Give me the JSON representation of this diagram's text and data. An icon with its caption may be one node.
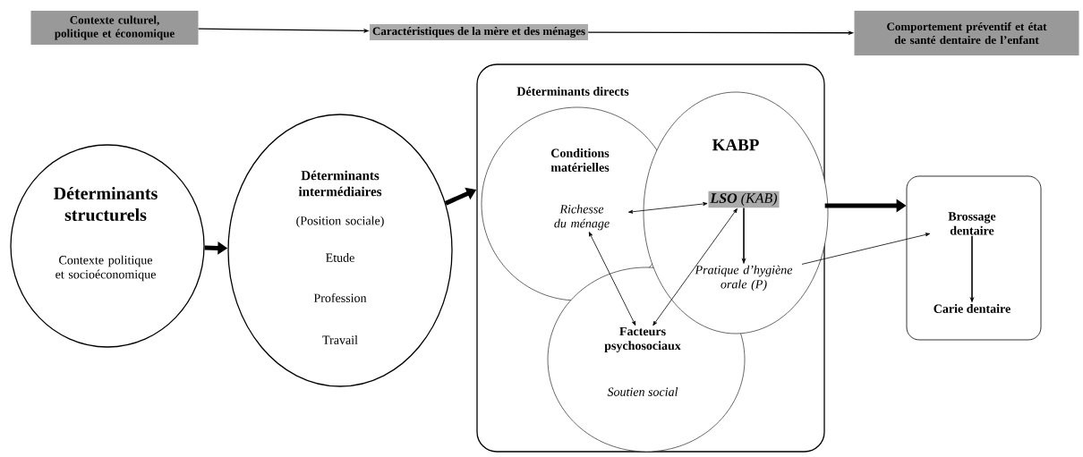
{
  "diagram": {
    "nodes": [
      {
        "text": [
          "Contexte culturel, politique et économique"
        ]
      },
      {
        "text": [
          "Caractéristiques de la mère et des ménages"
        ]
      },
      {
        "text": [
          "Comportement préventif et état de santé dentaire de l’enfant"
        ]
      },
      {
        "text": [
          "Déterminants structurels",
          "Contexte politique et socioéconomique"
        ]
      },
      {
        "text": [
          "Déterminants intermédiaires",
          "(Position sociale)",
          "Etude",
          "Profession",
          "Travail"
        ]
      },
      {
        "text": [
          "Déterminants directs"
        ]
      },
      {
        "text": [
          "Conditions matérielles"
        ],
        "in": 5
      },
      {
        "text": [
          "Richesse du ménage"
        ],
        "in": 6
      },
      {
        "text": [
          "KABP"
        ],
        "in": 5
      },
      {
        "text": [
          "**LSO** (KAB)"
        ],
        "in": 8
      },
      {
        "text": [
          "Pratique d’hygiène orale (P)"
        ],
        "in": 8
      },
      {
        "text": [
          "Soutien social"
        ],
        "in": 5
      },
      {
        "text": [
          "Facteurs psychosociaux"
        ],
        "in": 11
      },
      {
        "text": [],
        "shape": "box"
      },
      {
        "text": [
          "Brossage dentaire"
        ],
        "in": 13
      },
      {
        "text": [
          "Carie dentaire"
        ],
        "in": 13
      }
    ],
    "edges": [
      {
        "from": 0,
        "to": 1,
        "arrow": "to"
      },
      {
        "from": 1,
        "to": 2,
        "arrow": "to"
      },
      {
        "from": 3,
        "to": 4,
        "arrow": "to",
        "style": "thick"
      },
      {
        "from": 4,
        "to": 5,
        "arrow": "to",
        "style": "thick"
      },
      {
        "from": 5,
        "to": 13,
        "arrow": "to",
        "style": "thick"
      },
      {
        "from": 7,
        "to": 9,
        "arrow": "both"
      },
      {
        "from": 9,
        "to": 10,
        "arrow": "to"
      },
      {
        "from": 7,
        "to": 12,
        "arrow": "both"
      },
      {
        "from": 9,
        "to": 12,
        "arrow": "both"
      },
      {
        "from": 10,
        "to": 14,
        "arrow": "to"
      },
      {
        "from": 14,
        "to": 15,
        "arrow": "to"
      }
    ]
  }
}
